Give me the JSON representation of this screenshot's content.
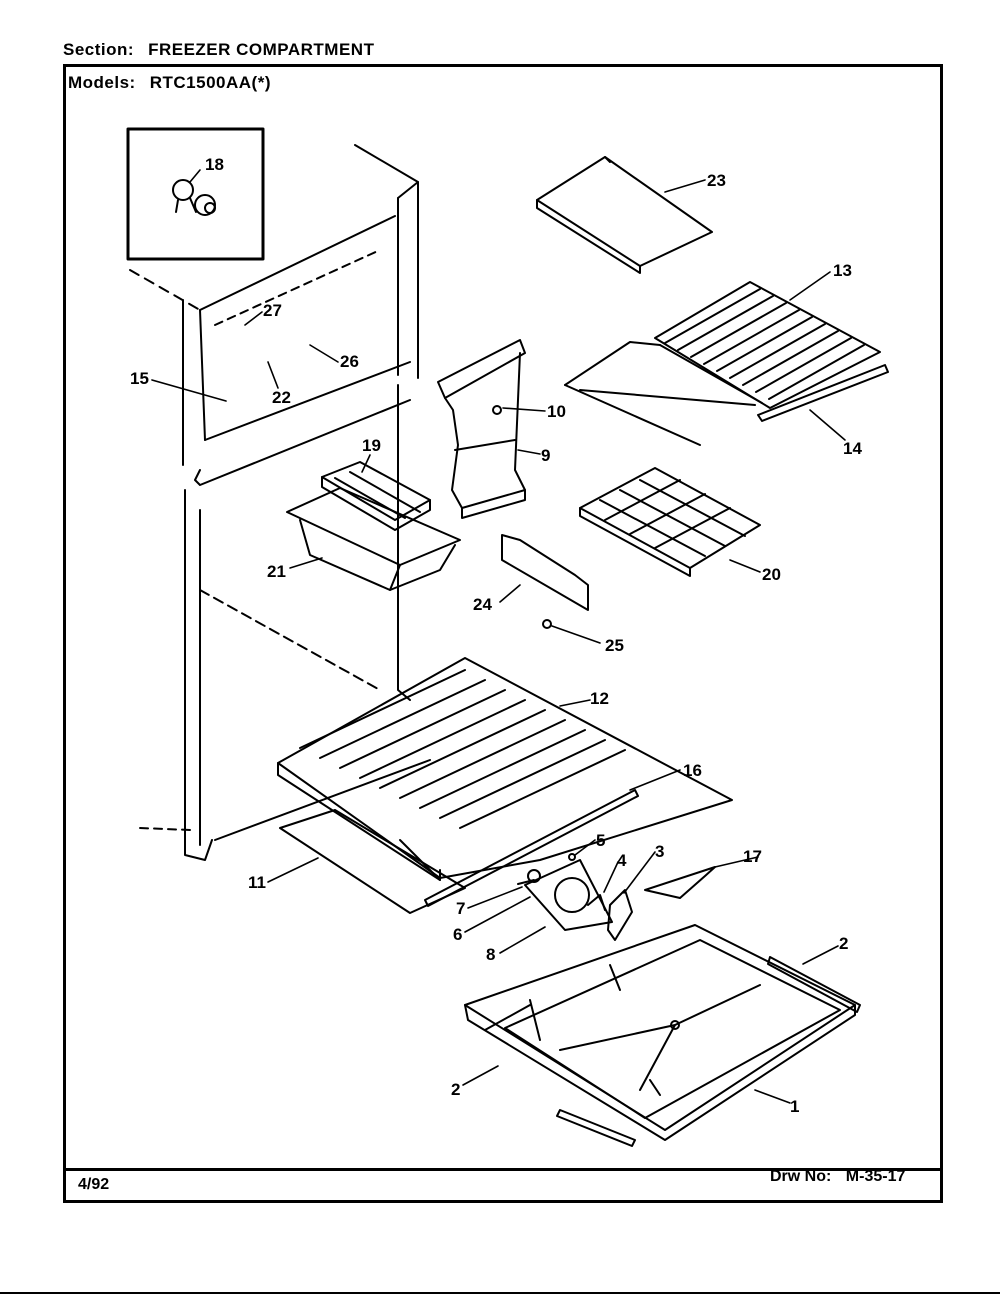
{
  "header": {
    "section_label": "Section:",
    "section_value": "FREEZER COMPARTMENT",
    "models_label": "Models:",
    "models_value": "RTC1500AA(*)"
  },
  "footer": {
    "date": "4/92",
    "drawing_label": "Drw No:",
    "drawing_number": "M-35-17"
  },
  "callouts": [
    {
      "id": "18",
      "label": "18"
    },
    {
      "id": "27",
      "label": "27"
    },
    {
      "id": "26",
      "label": "26"
    },
    {
      "id": "22",
      "label": "22"
    },
    {
      "id": "15",
      "label": "15"
    },
    {
      "id": "19",
      "label": "19"
    },
    {
      "id": "21",
      "label": "21"
    },
    {
      "id": "23",
      "label": "23"
    },
    {
      "id": "13",
      "label": "13"
    },
    {
      "id": "10",
      "label": "10"
    },
    {
      "id": "9",
      "label": "9"
    },
    {
      "id": "14",
      "label": "14"
    },
    {
      "id": "20",
      "label": "20"
    },
    {
      "id": "24",
      "label": "24"
    },
    {
      "id": "25",
      "label": "25"
    },
    {
      "id": "12",
      "label": "12"
    },
    {
      "id": "16",
      "label": "16"
    },
    {
      "id": "11",
      "label": "11"
    },
    {
      "id": "5",
      "label": "5"
    },
    {
      "id": "4",
      "label": "4"
    },
    {
      "id": "3",
      "label": "3"
    },
    {
      "id": "17",
      "label": "17"
    },
    {
      "id": "7",
      "label": "7"
    },
    {
      "id": "6",
      "label": "6"
    },
    {
      "id": "8",
      "label": "8"
    },
    {
      "id": "2a",
      "label": "2"
    },
    {
      "id": "2b",
      "label": "2"
    },
    {
      "id": "1",
      "label": "1"
    }
  ]
}
